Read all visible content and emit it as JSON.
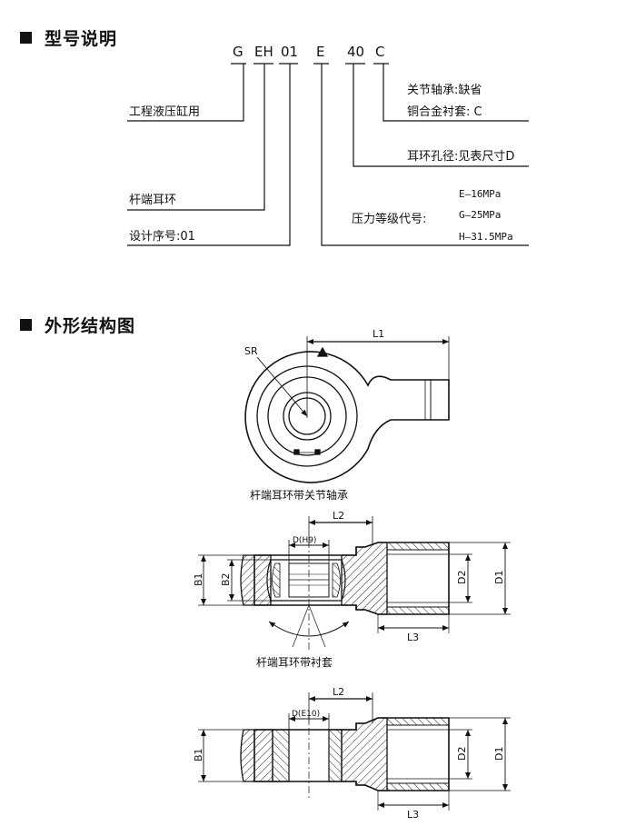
{
  "section1": {
    "title": "型号说明"
  },
  "code": {
    "g": "G",
    "eh": "EH",
    "n01": "01",
    "e": "E",
    "n40": "40",
    "c": "C"
  },
  "labels": {
    "application": "工程液压缸用",
    "rod_eye": "杆端耳环",
    "design_no": "设计序号:01",
    "joint_bearing": "关节轴承:缺省",
    "bushing": "铜合金衬套: C",
    "hole_dia": "耳环孔径:见表尺寸D",
    "pressure_grade": "压力等级代号:",
    "p_e": "E—16MPa",
    "p_g": "G—25MPa",
    "p_h": "H—31.5MPa"
  },
  "section2": {
    "title": "外形结构图"
  },
  "drawing": {
    "sr": "SR",
    "l1": "L1",
    "l2": "L2",
    "l3": "L3",
    "b1": "B1",
    "b2": "B2",
    "d1": "D1",
    "d2": "D2",
    "d_h9": "D(H9)",
    "d_e10": "D(E10)",
    "caption1": "杆端耳环带关节轴承",
    "caption2": "杆端耳环带衬套"
  },
  "colors": {
    "ink": "#111111",
    "hatch": "#222222"
  }
}
